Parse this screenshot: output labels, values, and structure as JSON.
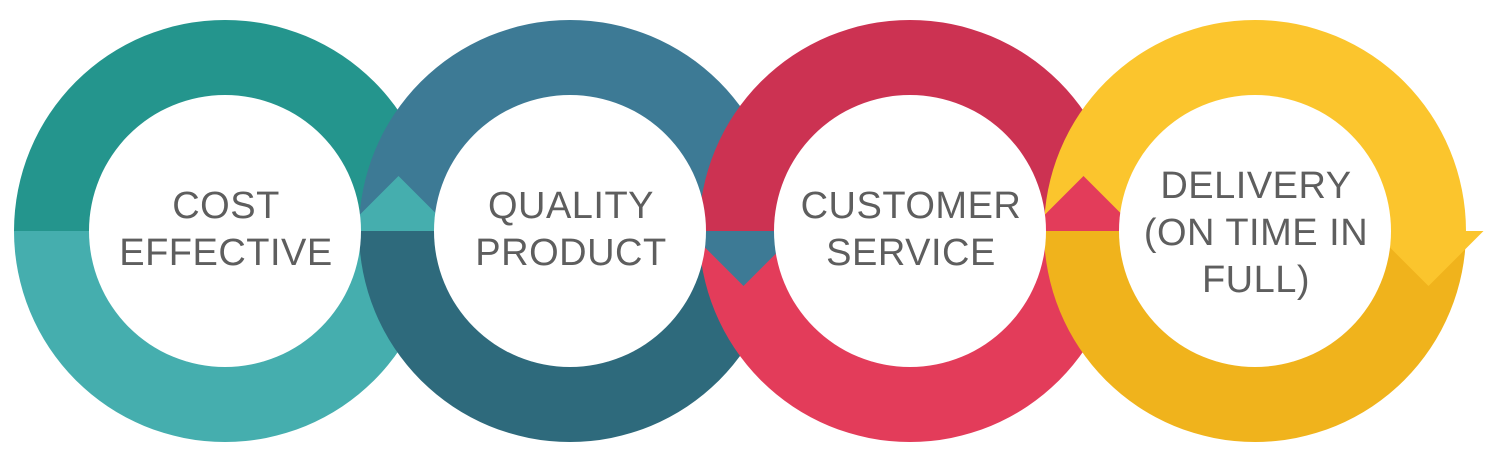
{
  "stages": [
    {
      "id": "cost",
      "lines": [
        "COST",
        "EFFECTIVE"
      ],
      "color_top": "#24958d",
      "color_bottom": "#45aeae",
      "arrow": "up"
    },
    {
      "id": "quality",
      "lines": [
        "QUALITY",
        "PRODUCT"
      ],
      "color_top": "#3d7a95",
      "color_bottom": "#2e6a7c",
      "arrow": "down"
    },
    {
      "id": "customer",
      "lines": [
        "CUSTOMER",
        "SERVICE"
      ],
      "color_top": "#cc3252",
      "color_bottom": "#e33c5a",
      "arrow": "up"
    },
    {
      "id": "delivery",
      "lines": [
        "DELIVERY",
        "(ON TIME IN",
        "FULL)"
      ],
      "color_top": "#fbc52d",
      "color_bottom": "#f0b31c",
      "arrow": "down"
    }
  ]
}
